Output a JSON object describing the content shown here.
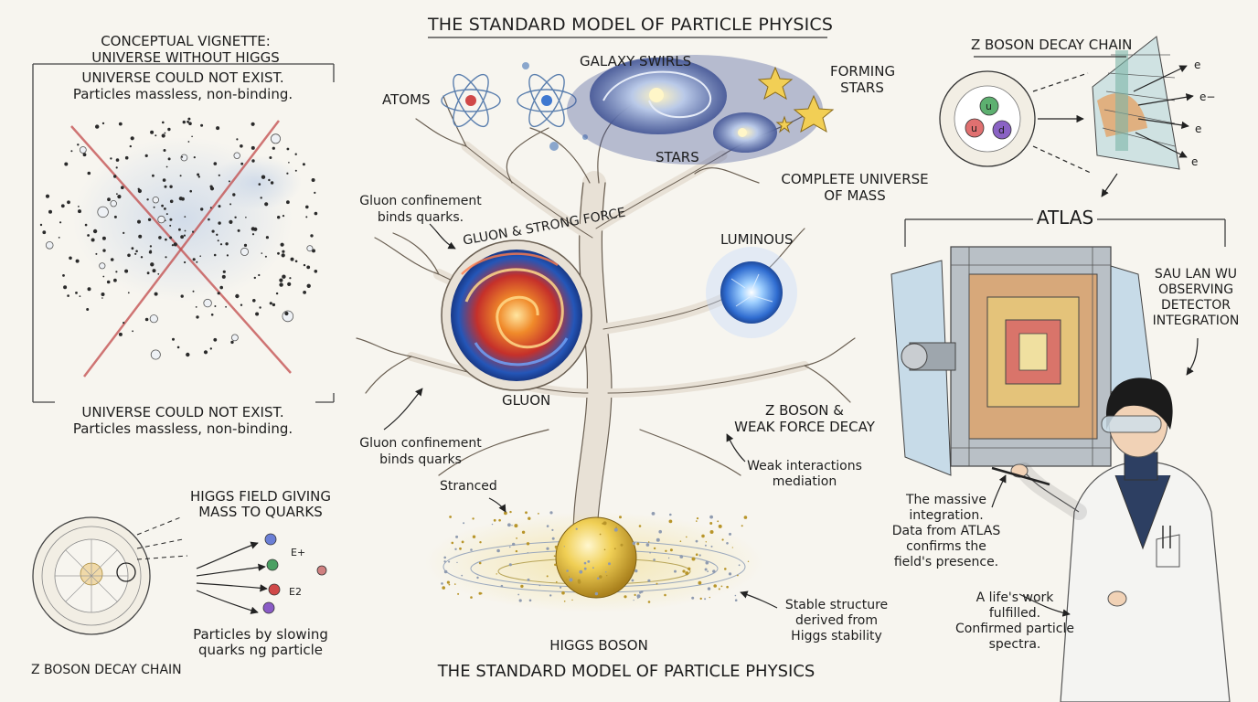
{
  "header": {
    "title": "THE STANDARD MODEL OF PARTICLE PHYSICS",
    "footer_title": "THE STANDARD MODEL OF PARTICLE PHYSICS"
  },
  "left_panel": {
    "heading_line1": "CONCEPTUAL VIGNETTE:",
    "heading_line2": "UNIVERSE WITHOUT HIGGS",
    "top_line1": "UNIVERSE COULD NOT EXIST.",
    "top_line2": "Particles massless, non-binding.",
    "bottom_line1": "UNIVERSE COULD NOT EXIST.",
    "bottom_line2": "Particles massless, non-binding."
  },
  "bottom_left": {
    "higgs_line1": "HIGGS FIELD GIVING",
    "higgs_line2": "MASS TO QUARKS",
    "e_plus": "E+",
    "e_two": "E2",
    "particles_line1": "Particles by slowing",
    "particles_line2": "quarks ng particle",
    "caption": "Z BOSON DECAY CHAIN"
  },
  "tree": {
    "atoms": "ATOMS",
    "galaxy": "GALAXY SWIRLS",
    "forming_line1": "FORMING",
    "forming_line2": "STARS",
    "stars": "STARS",
    "complete_line1": "COMPLETE UNIVERSE",
    "complete_line2": "OF MASS",
    "gluon_note_top_line1": "Gluon confinement",
    "gluon_note_top_line2": "binds quarks.",
    "gluon_strong": "GLUON & STRONG FORCE",
    "luminous": "LUMINOUS",
    "gluon": "GLUON",
    "zboson_line1": "Z BOSON &",
    "zboson_line2": "WEAK FORCE DECAY",
    "gluon_note_bottom_line1": "Gluon confinement",
    "gluon_note_bottom_line2": "binds quarks",
    "weak_line1": "Weak interactions",
    "weak_line2": "mediation",
    "stranced": "Stranced",
    "stable_line1": "Stable structure",
    "stable_line2": "derived from",
    "stable_line3": "Higgs stability",
    "higgs_boson": "HIGGS BOSON"
  },
  "right_panel": {
    "zdecay_title": "Z BOSON DECAY CHAIN",
    "quark_u1": "u",
    "quark_u2": "u",
    "quark_d": "d",
    "e_labels": [
      "e",
      "e−",
      "e",
      "e"
    ],
    "atlas": "ATLAS",
    "sau_line1": "SAU LAN WU",
    "sau_line2": "OBSERVING",
    "sau_line3": "DETECTOR",
    "sau_line4": "INTEGRATION",
    "massive_line1": "The massive",
    "massive_line2": "integration.",
    "massive_line3": "Data from ATLAS",
    "massive_line4": "confirms the",
    "massive_line5": "field's presence.",
    "life_line1": "A life's work",
    "life_line2": "fulfilled.",
    "life_line3": "Confirmed particle",
    "life_line4": "spectra."
  },
  "colors": {
    "background": "#f7f5ef",
    "ink": "#1c1c1c",
    "red_x": "#c24a4a",
    "tree": "#e6dfd4",
    "gold": "#e9c64a",
    "glow_blue": "#4d8fe0"
  }
}
